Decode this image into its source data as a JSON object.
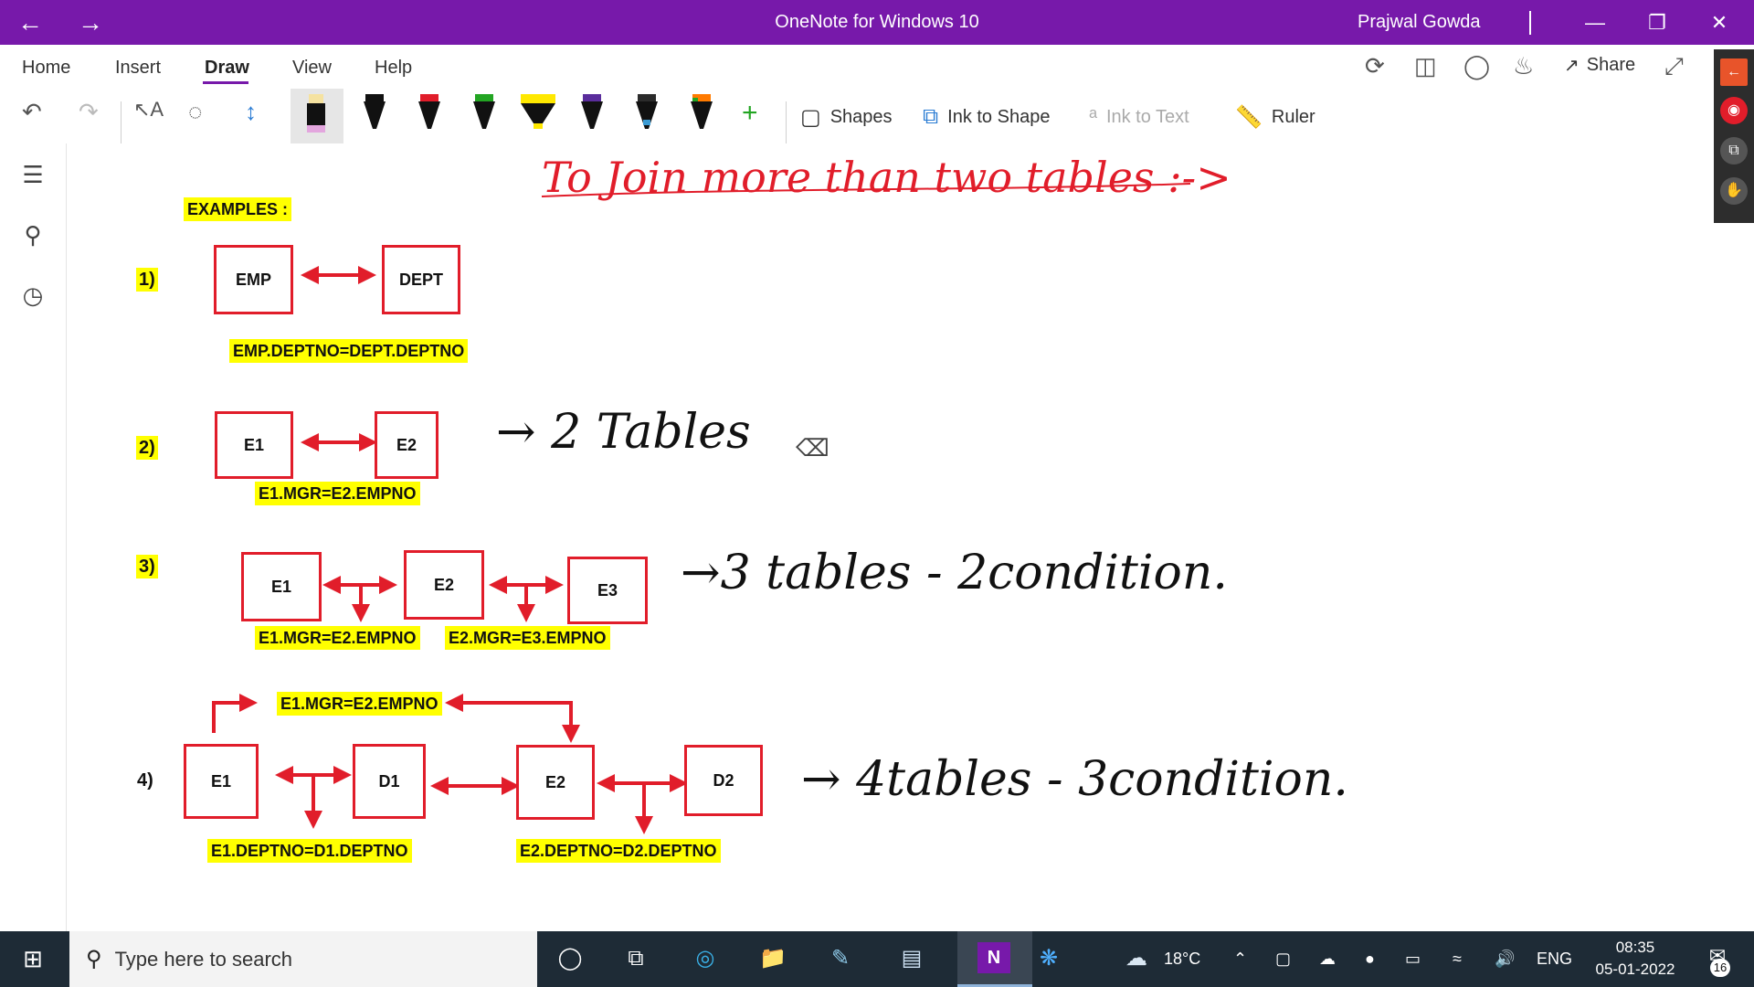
{
  "window": {
    "title": "OneNote for Windows 10",
    "user": "Prajwal Gowda",
    "controls": {
      "minimize": "—",
      "restore": "❐",
      "close": "✕"
    }
  },
  "ribbon": {
    "tabs": [
      {
        "label": "Home"
      },
      {
        "label": "Insert"
      },
      {
        "label": "Draw",
        "active": true
      },
      {
        "label": "View"
      },
      {
        "label": "Help"
      }
    ],
    "share_label": "Share",
    "tools": {
      "shapes": "Shapes",
      "ink_to_shape": "Ink to Shape",
      "ink_to_text": "Ink to Text",
      "ruler": "Ruler"
    },
    "pen_colors": [
      "#111111",
      "#e11d2a",
      "#23a523",
      "#ffe800",
      "#5a2d9c",
      "#2b2b2b",
      "#ff7a00"
    ]
  },
  "page": {
    "examples_label": "EXAMPLES :",
    "heading_ink": "To Join more than two tables :->",
    "ex1": {
      "num": "1)",
      "box_a": "EMP",
      "box_b": "DEPT",
      "cond": "EMP.DEPTNO=DEPT.DEPTNO"
    },
    "ex2": {
      "num": "2)",
      "box_a": "E1",
      "box_b": "E2",
      "cond": "E1.MGR=E2.EMPNO",
      "ink": "→ 2 Tables"
    },
    "ex3": {
      "num": "3)",
      "box_a": "E1",
      "box_b": "E2",
      "box_c": "E3",
      "cond_1": "E1.MGR=E2.EMPNO",
      "cond_2": "E2.MGR=E3.EMPNO",
      "ink": "→3 tables  -  2condition."
    },
    "ex4": {
      "num": "4)",
      "box_a": "E1",
      "box_b": "D1",
      "box_c": "E2",
      "box_d": "D2",
      "cond_top": "E1.MGR=E2.EMPNO",
      "cond_1": "E1.DEPTNO=D1.DEPTNO",
      "cond_2": "E2.DEPTNO=D2.DEPTNO",
      "ink": "→ 4tables  -  3condition."
    }
  },
  "taskbar": {
    "search_placeholder": "Type here to search",
    "weather": "18°C",
    "language": "ENG",
    "time": "08:35",
    "date": "05-01-2022",
    "notifications": "16"
  }
}
